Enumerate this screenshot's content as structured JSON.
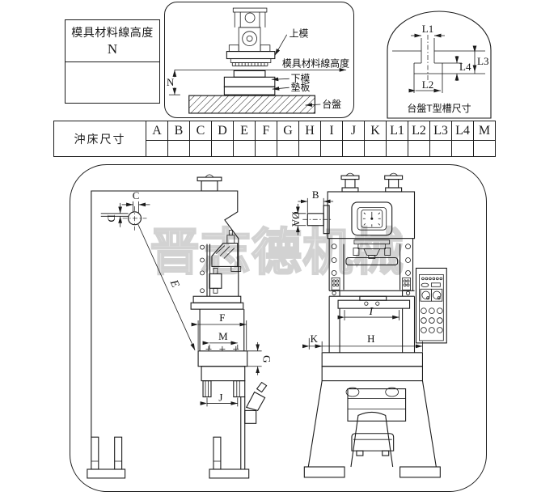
{
  "title_box": {
    "line1": "模具材料線高度",
    "line2": "N"
  },
  "mold_diagram": {
    "upper_die": "上模",
    "material_line_label": "模具材料線高度",
    "lower_die": "下模",
    "backing_plate": "墊板",
    "table_plate": "台盤",
    "n_label": "N"
  },
  "tslot_diagram": {
    "caption": "台盤T型槽尺寸",
    "l1": "L1",
    "l2": "L2",
    "l3": "L3",
    "l4": "L4"
  },
  "size_table": {
    "row_label": "沖床尺寸",
    "columns": [
      "A",
      "B",
      "C",
      "D",
      "E",
      "F",
      "G",
      "H",
      "I",
      "J",
      "K",
      "L1",
      "L2",
      "L3",
      "L4",
      "M"
    ]
  },
  "machine_views": {
    "dims": {
      "a": "ØA",
      "b": "B",
      "c": "C",
      "d": "D",
      "e": "E",
      "f": "F",
      "g": "G",
      "h": "H",
      "i": "I",
      "j": "J",
      "k": "K",
      "m": "M"
    }
  },
  "watermark": "晋志德机械",
  "colors": {
    "line": "#1a1a1a",
    "watermark": "#d2d2d2"
  }
}
